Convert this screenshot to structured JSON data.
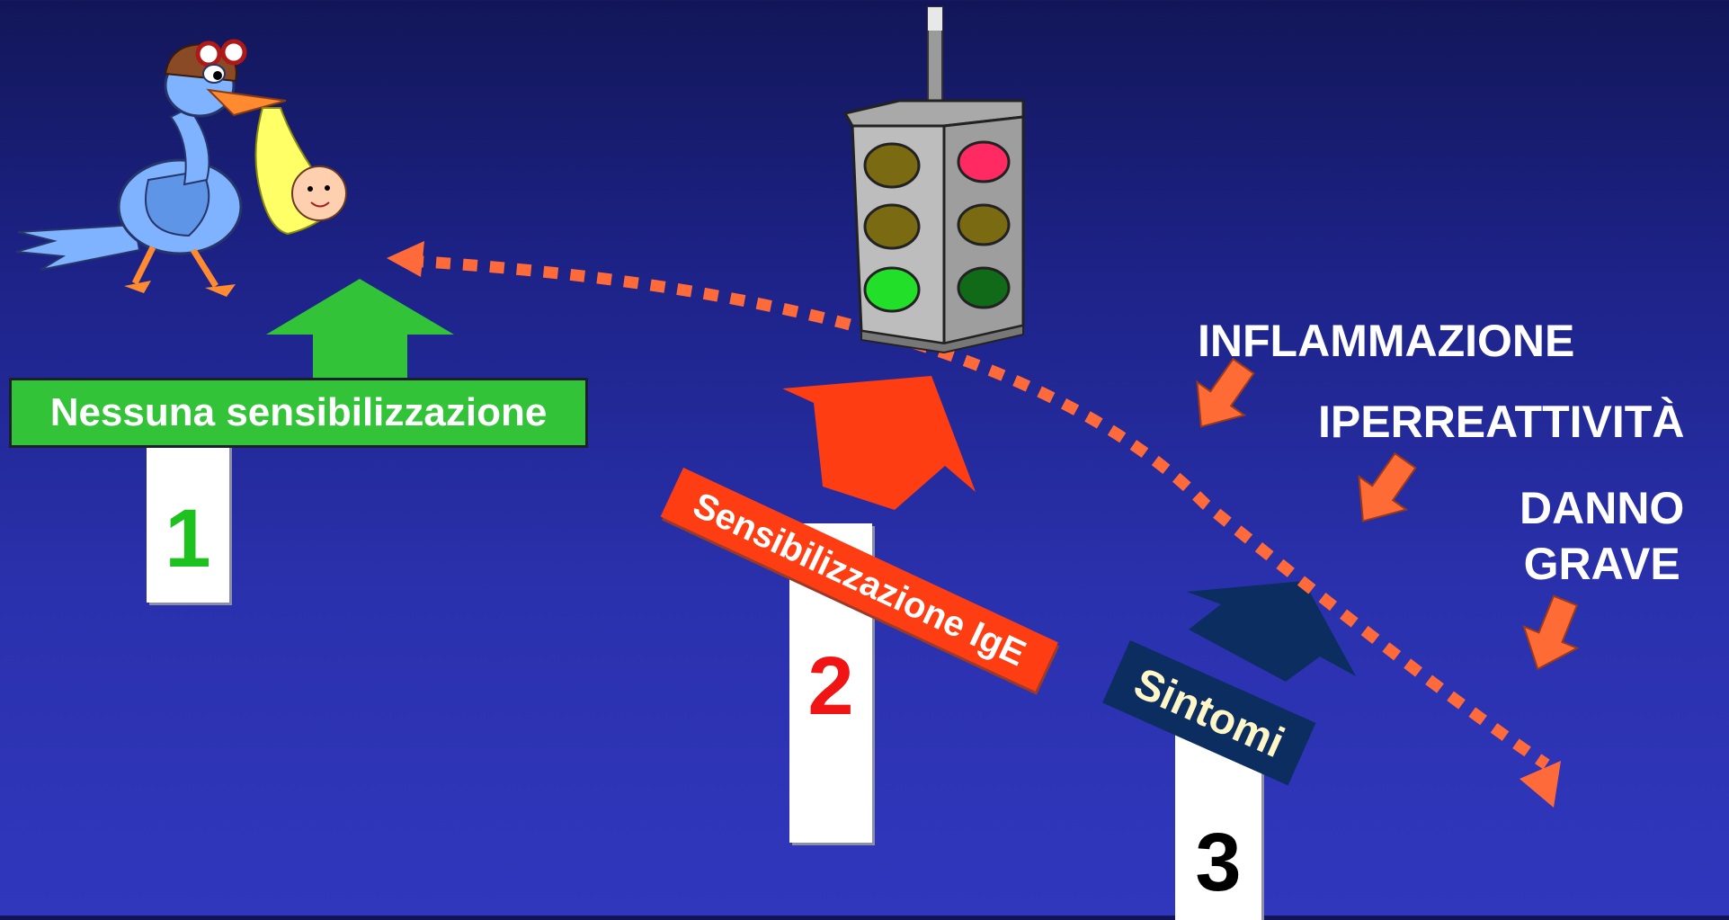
{
  "steps": [
    {
      "number": "1",
      "label": "Nessuna sensibilizzazione",
      "color": "#33c338",
      "number_color": "#1ec21e"
    },
    {
      "number": "2",
      "label": "Sensibilizzazione IgE",
      "color": "#ff3d12",
      "number_color": "#f01414"
    },
    {
      "number": "3",
      "label": "Sintomi",
      "color": "#0b2d5f",
      "number_color": "#000000"
    }
  ],
  "effects": {
    "inflammation": "INFLAMMAZIONE",
    "hyperreactivity": "IPERREATTIVITÀ",
    "damage_line1": "DANNO",
    "damage_line2": "GRAVE"
  },
  "colors": {
    "background_top": "#121658",
    "background_bottom": "#3137bd",
    "dotted_arrow": "#ff6a3a",
    "effect_arrow": "#ff6b35"
  },
  "icons": [
    "stork-with-baby-icon",
    "traffic-light-icon"
  ]
}
